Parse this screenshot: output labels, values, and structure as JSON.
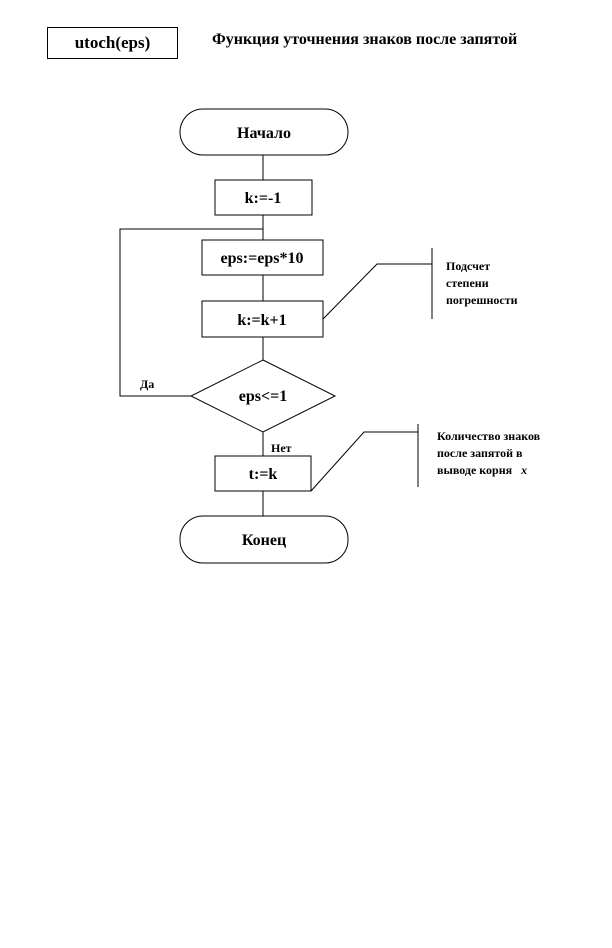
{
  "header": {
    "function_name": "utoch(eps)",
    "title": "Функция уточнения знаков после запятой"
  },
  "flowchart": {
    "start": "Начало",
    "init": "k:=-1",
    "step_eps": "eps:=eps*10",
    "step_k": "k:=k+1",
    "condition": "eps<=1",
    "yes_label": "Да",
    "no_label": "Нет",
    "assign_t": "t:=k",
    "end": "Конец"
  },
  "comments": {
    "first": [
      "Подсчет",
      "степени",
      "погрешности"
    ],
    "second": [
      "Количество знаков",
      "после запятой в",
      "выводе корня"
    ],
    "second_var": "x"
  },
  "colors": {
    "line": "#000000",
    "background": "#ffffff"
  }
}
